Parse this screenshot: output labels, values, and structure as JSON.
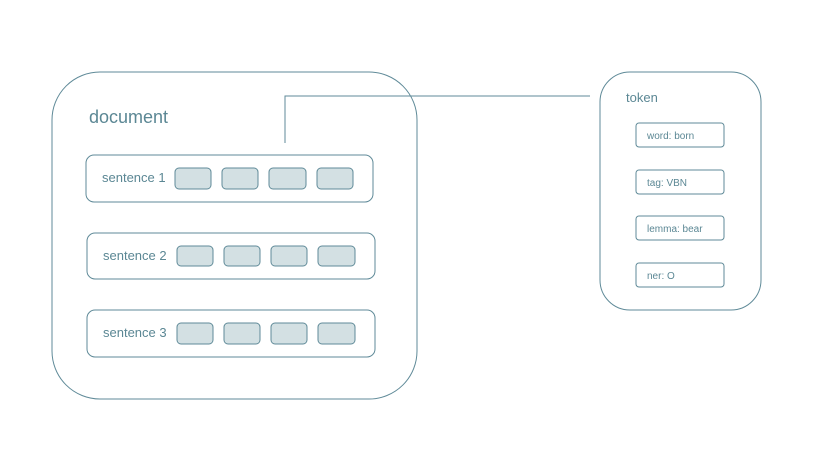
{
  "colors": {
    "stroke": "#5f8a98",
    "text": "#5b8794",
    "token_fill": "#d3e0e3",
    "background": "#ffffff"
  },
  "document": {
    "title": "document",
    "sentences": [
      {
        "label": "sentence 1",
        "token_count": 4
      },
      {
        "label": "sentence 2",
        "token_count": 4
      },
      {
        "label": "sentence 3",
        "token_count": 4
      }
    ]
  },
  "token": {
    "title": "token",
    "fields": [
      {
        "label": "word: born"
      },
      {
        "label": "tag: VBN"
      },
      {
        "label": "lemma: bear"
      },
      {
        "label": "ner: O"
      }
    ]
  }
}
